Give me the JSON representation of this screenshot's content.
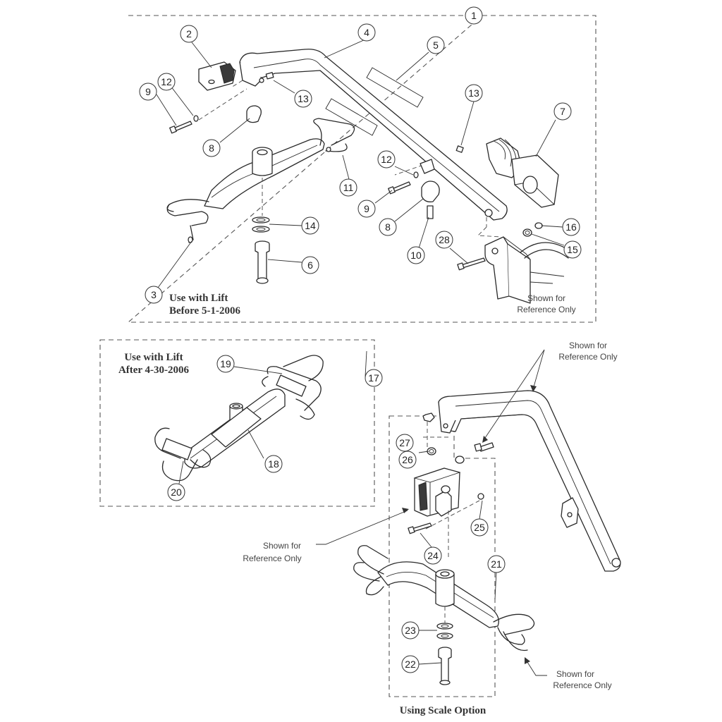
{
  "callouts": {
    "c1": "1",
    "c2": "2",
    "c3": "3",
    "c4": "4",
    "c5": "5",
    "c6": "6",
    "c7": "7",
    "c8a": "8",
    "c8b": "8",
    "c9a": "9",
    "c9b": "9",
    "c10": "10",
    "c11": "11",
    "c12a": "12",
    "c12b": "12",
    "c13a": "13",
    "c13b": "13",
    "c14": "14",
    "c15": "15",
    "c16": "16",
    "c17": "17",
    "c18": "18",
    "c19": "19",
    "c20": "20",
    "c21": "21",
    "c22": "22",
    "c23": "23",
    "c24": "24",
    "c25": "25",
    "c26": "26",
    "c27": "27",
    "c28": "28"
  },
  "labels": {
    "before_line1": "Use with Lift",
    "before_line2": "Before 5-1-2006",
    "after_line1": "Use with Lift",
    "after_line2": "After 4-30-2006",
    "scale_option": "Using Scale Option",
    "ref_a_line1": "Shown for",
    "ref_a_line2": "Reference Only",
    "ref_b_line1": "Shown for",
    "ref_b_line2": "Reference Only",
    "ref_c_line1": "Shown for",
    "ref_c_line2": "Reference Only",
    "ref_d_line1": "Shown for",
    "ref_d_line2": "Reference Only"
  },
  "colors": {
    "line": "#2a2a2a",
    "dashed_box": "#555555",
    "background": "#ffffff"
  }
}
